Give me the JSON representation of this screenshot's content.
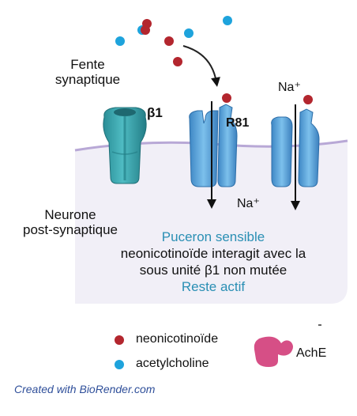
{
  "labels": {
    "fente_line1": "Fente",
    "fente_line2": "synaptique",
    "neurone_line1": "Neurone",
    "neurone_line2": "post-synaptique",
    "beta1": "β1",
    "r81": "R81",
    "na_top": "Na⁺",
    "na_bottom": "Na⁺"
  },
  "caption": {
    "line1": "Puceron sensible",
    "line2": "neonicotinoïde interagit avec la",
    "line3": "sous unité β1 non mutée",
    "line4": "Reste actif"
  },
  "legend": {
    "neonic": "neonicotinoïde",
    "ach": "acetylcholine",
    "ache": "AchE"
  },
  "credit": "Created with BioRender.com",
  "colors": {
    "neonicotinoid": "#b3262e",
    "acetylcholine": "#1ea3dc",
    "receptor_teal": "#2a9aa3",
    "channel_blue": "#4a9fd6",
    "membrane": "#b8a8d6",
    "postsynaptic_fill": "#f1eff7",
    "ache": "#d64f86",
    "caption_teal": "#2a8fb4"
  }
}
